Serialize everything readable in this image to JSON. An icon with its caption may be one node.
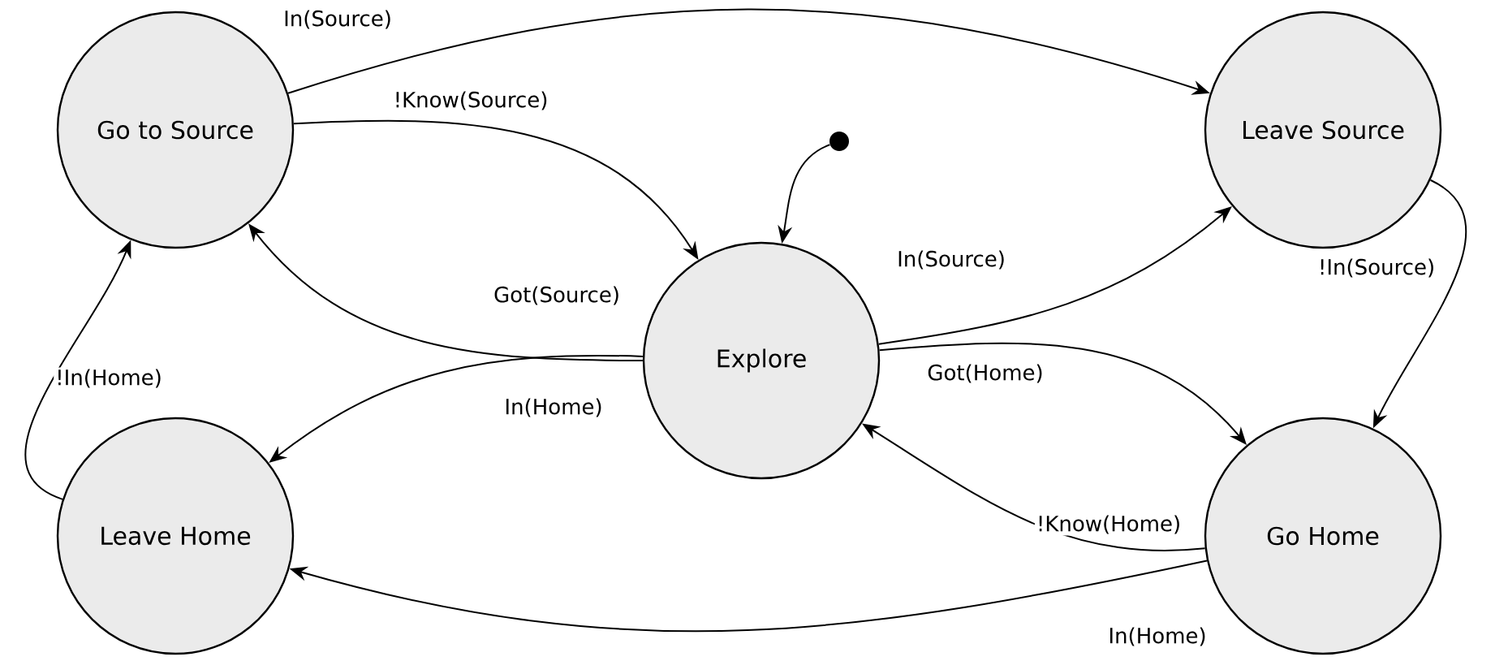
{
  "diagram": {
    "nodes": [
      {
        "text": [
          "Go to Source"
        ]
      },
      {
        "text": [
          "Leave Source"
        ]
      },
      {
        "text": [
          "Explore"
        ]
      },
      {
        "text": [
          "Leave Home"
        ]
      },
      {
        "text": [
          "Go Home"
        ]
      },
      {
        "text": [],
        "shape": "circle"
      }
    ],
    "edges": [
      {
        "from": 0,
        "to": 1,
        "arrow": "to",
        "label": "In(Source)"
      },
      {
        "from": 0,
        "to": 2,
        "arrow": "to",
        "label": "!Know(Source)"
      },
      {
        "from": 2,
        "to": 0,
        "arrow": "to",
        "label": "Got(Source)"
      },
      {
        "from": 2,
        "to": 1,
        "arrow": "to",
        "label": "In(Source)"
      },
      {
        "from": 1,
        "to": 4,
        "arrow": "to",
        "label": "!In(Source)"
      },
      {
        "from": 2,
        "to": 4,
        "arrow": "to",
        "label": "Got(Home)"
      },
      {
        "from": 4,
        "to": 2,
        "arrow": "to",
        "label": "!Know(Home)"
      },
      {
        "from": 2,
        "to": 3,
        "arrow": "to",
        "label": "In(Home)"
      },
      {
        "from": 4,
        "to": 3,
        "arrow": "to",
        "label": "In(Home)"
      },
      {
        "from": 3,
        "to": 0,
        "arrow": "to",
        "label": "!In(Home)"
      },
      {
        "from": 5,
        "to": 2,
        "arrow": "to"
      }
    ]
  }
}
